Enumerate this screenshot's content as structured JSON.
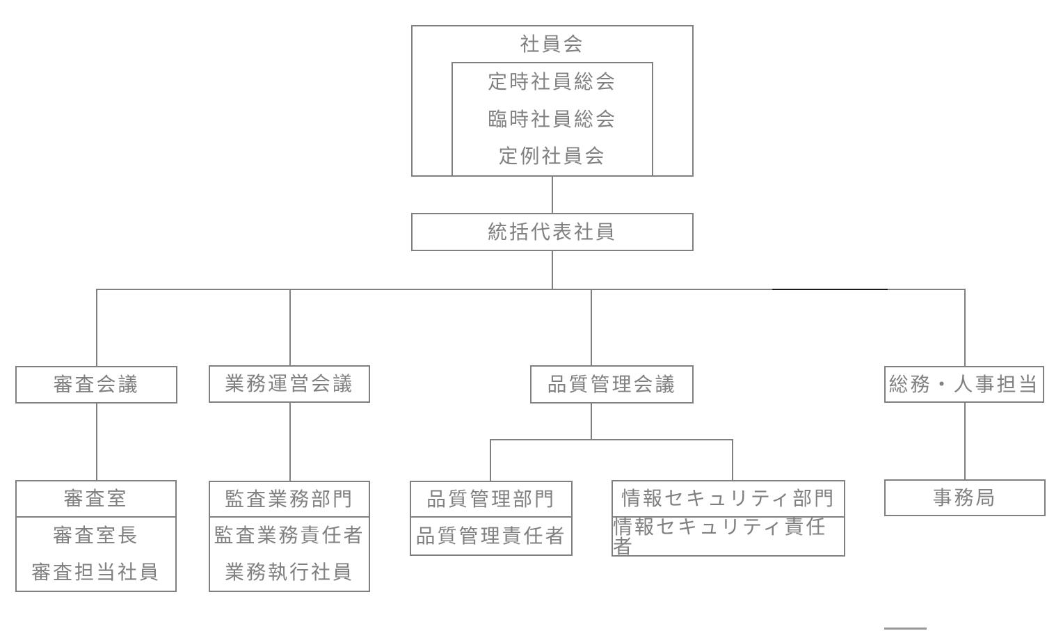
{
  "org": {
    "member_assembly": {
      "title": "社員会",
      "meetings": [
        "定時社員総会",
        "臨時社員総会",
        "定例社員会"
      ]
    },
    "managing_representative": {
      "title": "統括代表社員"
    },
    "committees": [
      {
        "title": "審査会議"
      },
      {
        "title": "業務運営会議"
      },
      {
        "title": "品質管理会議"
      },
      {
        "title": "総務・人事担当"
      }
    ],
    "departments": [
      {
        "title": "審査室",
        "members": [
          "審査室長",
          "審査担当社員"
        ]
      },
      {
        "title": "監査業務部門",
        "members": [
          "監査業務責任者",
          "業務執行社員"
        ]
      },
      {
        "title": "品質管理部門",
        "members": [
          "品質管理責任者"
        ]
      },
      {
        "title": "情報セキュリティ部門",
        "members": [
          "情報セキュリティ責任者"
        ]
      },
      {
        "title": "事務局",
        "members": []
      }
    ]
  },
  "colors": {
    "line": "#808080",
    "line_dark": "#1a1a1a",
    "text": "#808080",
    "background": "#ffffff"
  }
}
